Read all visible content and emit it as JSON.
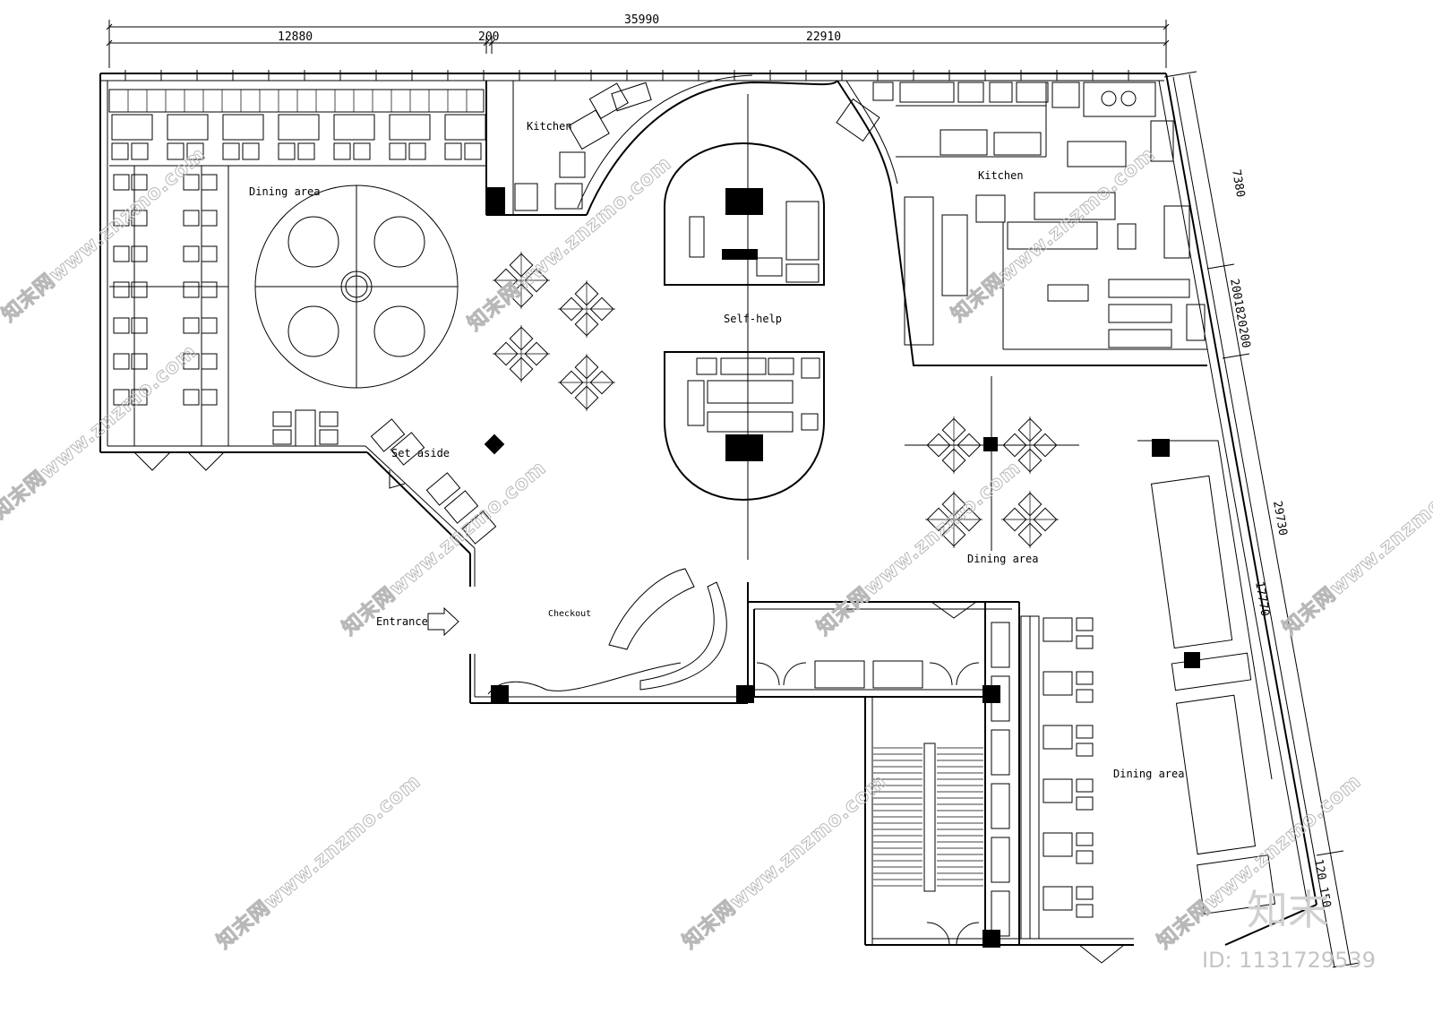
{
  "dimensions": {
    "overall_width": "35990",
    "seg_left": "12880",
    "seg_mid": "200",
    "seg_right": "22910",
    "right_overall": "29730",
    "right_top": "7380",
    "right_mid": "2001820200",
    "right_lower": "17770",
    "right_bottom": "120 150"
  },
  "labels": {
    "kitchen_left": "Kitchen",
    "kitchen_right": "Kitchen",
    "dining_left": "Dining area",
    "dining_center_right": "Dining area",
    "dining_lower_right": "Dining area",
    "self_help": "Self-help",
    "set_aside": "Set aside",
    "checkout": "Checkout",
    "entrance": "Entrance"
  },
  "watermark": {
    "text": "知末网www.znzmo.com",
    "brand": "知末",
    "id": "ID: 1131729539"
  }
}
